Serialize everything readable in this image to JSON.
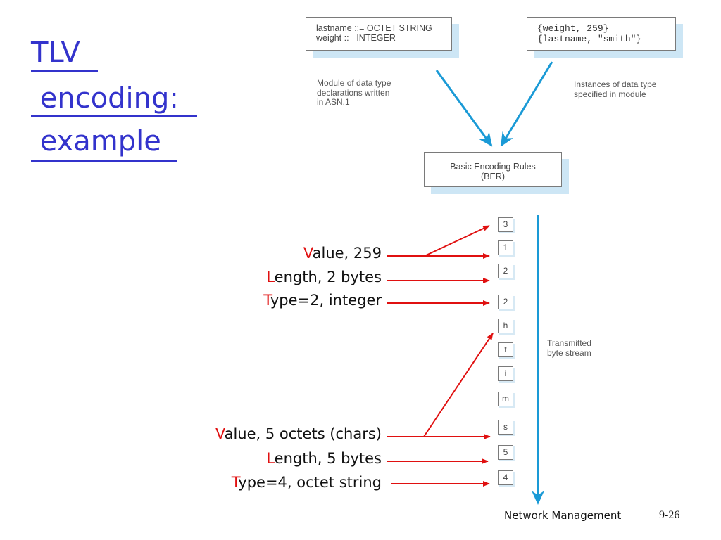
{
  "title": {
    "lines": [
      "TLV",
      " encoding:",
      " example"
    ],
    "color": "#3333cc"
  },
  "diagram": {
    "module_box": {
      "lines": [
        "lastname ::= OCTET STRING",
        "weight ::= INTEGER"
      ]
    },
    "module_caption": [
      "Module of data type",
      "declarations written",
      "in ASN.1"
    ],
    "instance_box": {
      "lines": [
        "{weight, 259}",
        "{lastname, \"smith\"}"
      ]
    },
    "instance_caption": [
      "Instances of data type",
      "specified in module"
    ],
    "ber_box": {
      "lines": [
        "Basic Encoding Rules",
        "(BER)"
      ]
    },
    "byte_stream": [
      "3",
      "1",
      "2",
      "2",
      "h",
      "t",
      "i",
      "m",
      "s",
      "5",
      "4"
    ],
    "stream_caption": [
      "Transmitted",
      "byte stream"
    ],
    "arrow_color": "#1a9ad6"
  },
  "annotations": [
    {
      "first": "V",
      "rest": "alue, 259"
    },
    {
      "first": "L",
      "rest": "ength, 2 bytes"
    },
    {
      "first": "T",
      "rest": "ype=2, integer"
    },
    {
      "first": "V",
      "rest": "alue, 5 octets (chars)"
    },
    {
      "first": "L",
      "rest": "ength, 5 bytes"
    },
    {
      "first": "T",
      "rest": "ype=4, octet string"
    }
  ],
  "annotation_color": "#e01010",
  "footer": {
    "text": "Network Management",
    "page": "9-26"
  }
}
